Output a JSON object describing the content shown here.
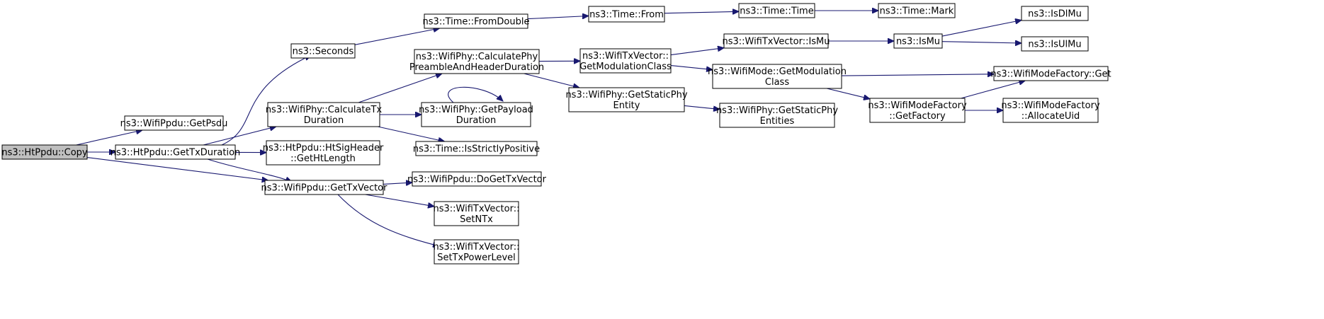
{
  "diagram": {
    "type": "doxygen-call-graph",
    "root": "copy",
    "colors": {
      "edge": "#191970",
      "node_border": "#000000",
      "root_fill": "#bfbfbf",
      "node_fill": "#ffffff"
    },
    "nodes": [
      {
        "id": "copy",
        "lines": [
          "ns3::HtPpdu::Copy"
        ]
      },
      {
        "id": "getpsdu",
        "lines": [
          "ns3::WifiPpdu::GetPsdu"
        ]
      },
      {
        "id": "gettxduration",
        "lines": [
          "ns3::HtPpdu::GetTxDuration"
        ]
      },
      {
        "id": "gettxvector",
        "lines": [
          "ns3::WifiPpdu::GetTxVector"
        ]
      },
      {
        "id": "seconds",
        "lines": [
          "ns3::Seconds"
        ]
      },
      {
        "id": "calctx",
        "lines": [
          "ns3::WifiPhy::CalculateTx",
          "Duration"
        ]
      },
      {
        "id": "gethtlength",
        "lines": [
          "ns3::HtPpdu::HtSigHeader",
          "::GetHtLength"
        ]
      },
      {
        "id": "fromdouble",
        "lines": [
          "ns3::Time::FromDouble"
        ]
      },
      {
        "id": "calcpre",
        "lines": [
          "ns3::WifiPhy::CalculatePhy",
          "PreambleAndHeaderDuration"
        ]
      },
      {
        "id": "getpayload",
        "lines": [
          "ns3::WifiPhy::GetPayload",
          "Duration"
        ]
      },
      {
        "id": "isstrictly",
        "lines": [
          "ns3::Time::IsStrictlyPositive"
        ]
      },
      {
        "id": "dogettxvector",
        "lines": [
          "ns3::WifiPpdu::DoGetTxVector"
        ]
      },
      {
        "id": "setntx",
        "lines": [
          "ns3::WifiTxVector::",
          "SetNTx"
        ]
      },
      {
        "id": "settxpower",
        "lines": [
          "ns3::WifiTxVector::",
          "SetTxPowerLevel"
        ]
      },
      {
        "id": "timefrom",
        "lines": [
          "ns3::Time::From"
        ]
      },
      {
        "id": "getmodclass",
        "lines": [
          "ns3::WifiTxVector::",
          "GetModulationClass"
        ]
      },
      {
        "id": "getstaticphy",
        "lines": [
          "ns3::WifiPhy::GetStaticPhy",
          "Entity"
        ]
      },
      {
        "id": "timetime",
        "lines": [
          "ns3::Time::Time"
        ]
      },
      {
        "id": "txvecismu",
        "lines": [
          "ns3::WifiTxVector::IsMu"
        ]
      },
      {
        "id": "modegetmod",
        "lines": [
          "ns3::WifiMode::GetModulation",
          "Class"
        ]
      },
      {
        "id": "getstaticents",
        "lines": [
          "ns3::WifiPhy::GetStaticPhy",
          "Entities"
        ]
      },
      {
        "id": "timemark",
        "lines": [
          "ns3::Time::Mark"
        ]
      },
      {
        "id": "ismu",
        "lines": [
          "ns3::IsMu"
        ]
      },
      {
        "id": "getfactory",
        "lines": [
          "ns3::WifiModeFactory",
          "::GetFactory"
        ]
      },
      {
        "id": "isdlmu",
        "lines": [
          "ns3::IsDlMu"
        ]
      },
      {
        "id": "isulmu",
        "lines": [
          "ns3::IsUlMu"
        ]
      },
      {
        "id": "factoryget",
        "lines": [
          "ns3::WifiModeFactory::Get"
        ]
      },
      {
        "id": "allocuid",
        "lines": [
          "ns3::WifiModeFactory",
          "::AllocateUid"
        ]
      }
    ],
    "edges": [
      [
        "copy",
        "getpsdu"
      ],
      [
        "copy",
        "gettxduration"
      ],
      [
        "copy",
        "gettxvector"
      ],
      [
        "gettxduration",
        "seconds"
      ],
      [
        "gettxduration",
        "calctx"
      ],
      [
        "gettxduration",
        "gethtlength"
      ],
      [
        "gettxduration",
        "gettxvector"
      ],
      [
        "seconds",
        "fromdouble"
      ],
      [
        "calctx",
        "calcpre"
      ],
      [
        "calctx",
        "getpayload"
      ],
      [
        "calctx",
        "isstrictly"
      ],
      [
        "gettxvector",
        "dogettxvector"
      ],
      [
        "gettxvector",
        "setntx"
      ],
      [
        "gettxvector",
        "settxpower"
      ],
      [
        "fromdouble",
        "timefrom"
      ],
      [
        "timefrom",
        "timetime"
      ],
      [
        "timetime",
        "timemark"
      ],
      [
        "calcpre",
        "getmodclass"
      ],
      [
        "calcpre",
        "getstaticphy"
      ],
      [
        "getpayload",
        "getpayload"
      ],
      [
        "getmodclass",
        "txvecismu"
      ],
      [
        "getmodclass",
        "modegetmod"
      ],
      [
        "getstaticphy",
        "getstaticents"
      ],
      [
        "txvecismu",
        "ismu"
      ],
      [
        "ismu",
        "isdlmu"
      ],
      [
        "ismu",
        "isulmu"
      ],
      [
        "modegetmod",
        "factoryget"
      ],
      [
        "modegetmod",
        "getfactory"
      ],
      [
        "getfactory",
        "factoryget"
      ],
      [
        "getfactory",
        "allocuid"
      ]
    ]
  }
}
